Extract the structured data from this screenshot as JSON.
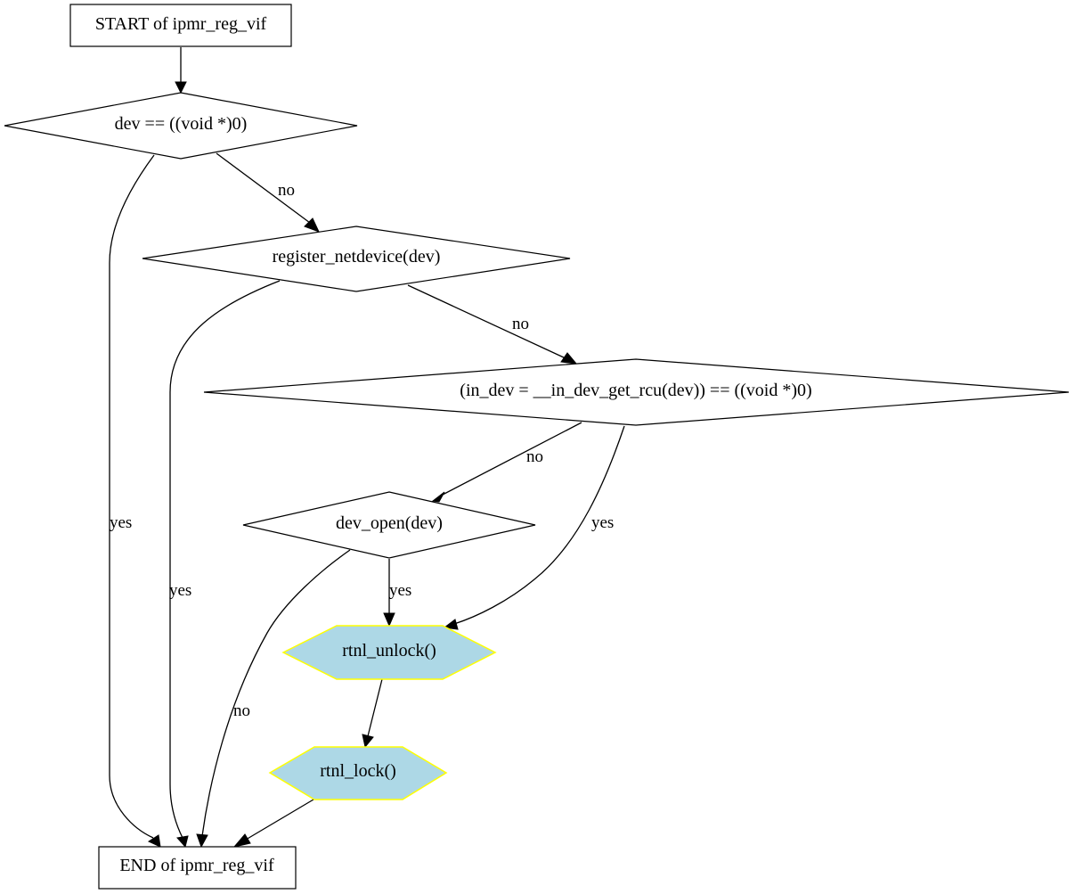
{
  "nodes": {
    "start": "START of ipmr_reg_vif",
    "cond_dev_null": "dev == ((void *)0)",
    "cond_register": "register_netdevice(dev)",
    "cond_in_dev": "(in_dev = __in_dev_get_rcu(dev)) == ((void *)0)",
    "cond_dev_open": "dev_open(dev)",
    "rtnl_unlock": "rtnl_unlock()",
    "rtnl_lock": "rtnl_lock()",
    "end": "END of ipmr_reg_vif"
  },
  "edges": {
    "dev_null_yes": "yes",
    "dev_null_no": "no",
    "register_yes": "yes",
    "register_no": "no",
    "in_dev_no": "no",
    "in_dev_yes": "yes",
    "dev_open_yes": "yes",
    "dev_open_no": "no"
  },
  "colors": {
    "action_fill": "#add8e6",
    "action_stroke": "#ffff00",
    "line": "#000000"
  }
}
